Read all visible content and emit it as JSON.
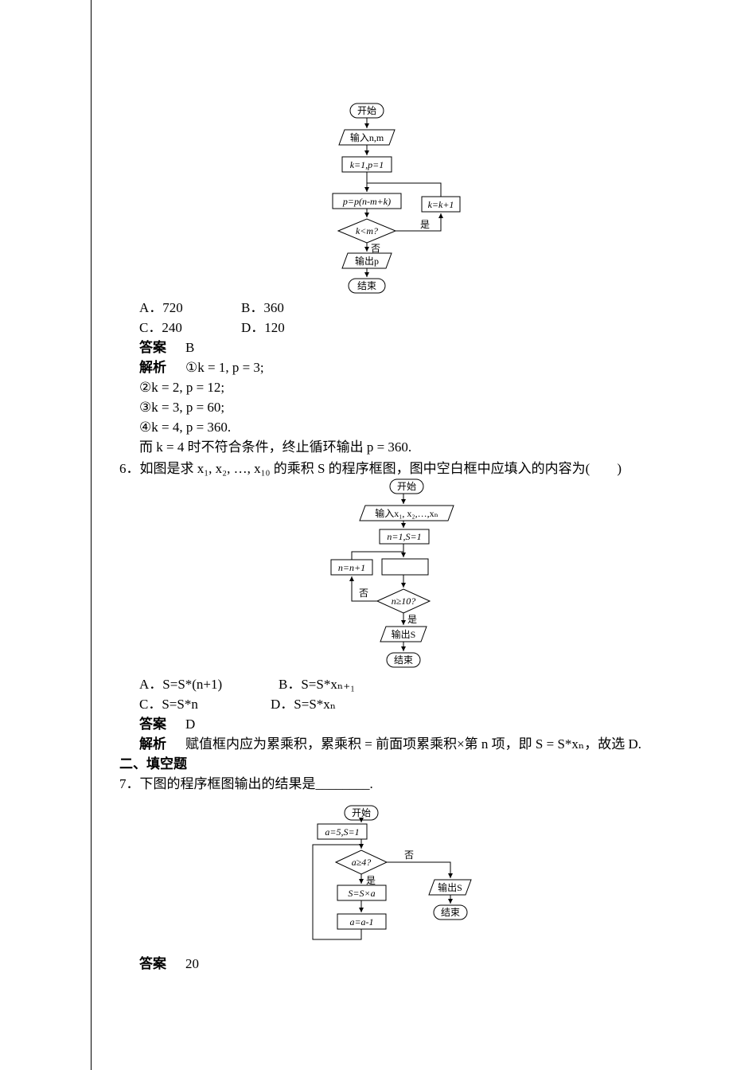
{
  "flow1": {
    "start": "开始",
    "input": "输入n,m",
    "init": "k=1,p=1",
    "assign": "p=p(n-m+k)",
    "inc": "k=k+1",
    "cond": "k<m?",
    "yes": "是",
    "no": "否",
    "output": "输出p",
    "end": "结束"
  },
  "q5": {
    "optionA": "A．720",
    "optionB": "B．360",
    "optionC": "C．240",
    "optionD": "D．120",
    "answer_label": "答案",
    "answer": "B",
    "analysis_label": "解析",
    "analysis1": "①k = 1, p = 3;",
    "analysis2": "②k = 2, p = 12;",
    "analysis3": "③k = 3, p = 60;",
    "analysis4": "④k = 4, p = 360.",
    "analysis5": "而 k = 4 时不符合条件，终止循环输出 p = 360."
  },
  "q6": {
    "stem": "6．如图是求 x₁, x₂, …, x₁₀ 的乘积 S 的程序框图，图中空白框中应填入的内容为(　　)",
    "optionA": "A．S=S*(n+1)",
    "optionB": "B．S=S*xₙ₊₁",
    "optionC": "C．S=S*n",
    "optionD": "D．S=S*xₙ",
    "answer_label": "答案",
    "answer": "D",
    "analysis_label": "解析",
    "analysis": "赋值框内应为累乘积，累乘积 = 前面项累乘积×第 n 项，即 S = S*xₙ，故选 D."
  },
  "flow2": {
    "start": "开始",
    "input": "输入x₁, x₂,…,xₙ",
    "init": "n=1,S=1",
    "inc": "n=n+1",
    "cond": "n≥10?",
    "yes": "是",
    "no": "否",
    "output": "输出S",
    "end": "结束"
  },
  "section2": {
    "title": "二、填空题"
  },
  "q7": {
    "stem": "7．下图的程序框图输出的结果是________.",
    "answer_label": "答案",
    "answer": "20"
  },
  "flow3": {
    "start": "开始",
    "init": "a=5,S=1",
    "cond": "a≥4?",
    "yes": "是",
    "no": "否",
    "assign": "S=S×a",
    "dec": "a=a-1",
    "output": "输出S",
    "end": "结束"
  }
}
